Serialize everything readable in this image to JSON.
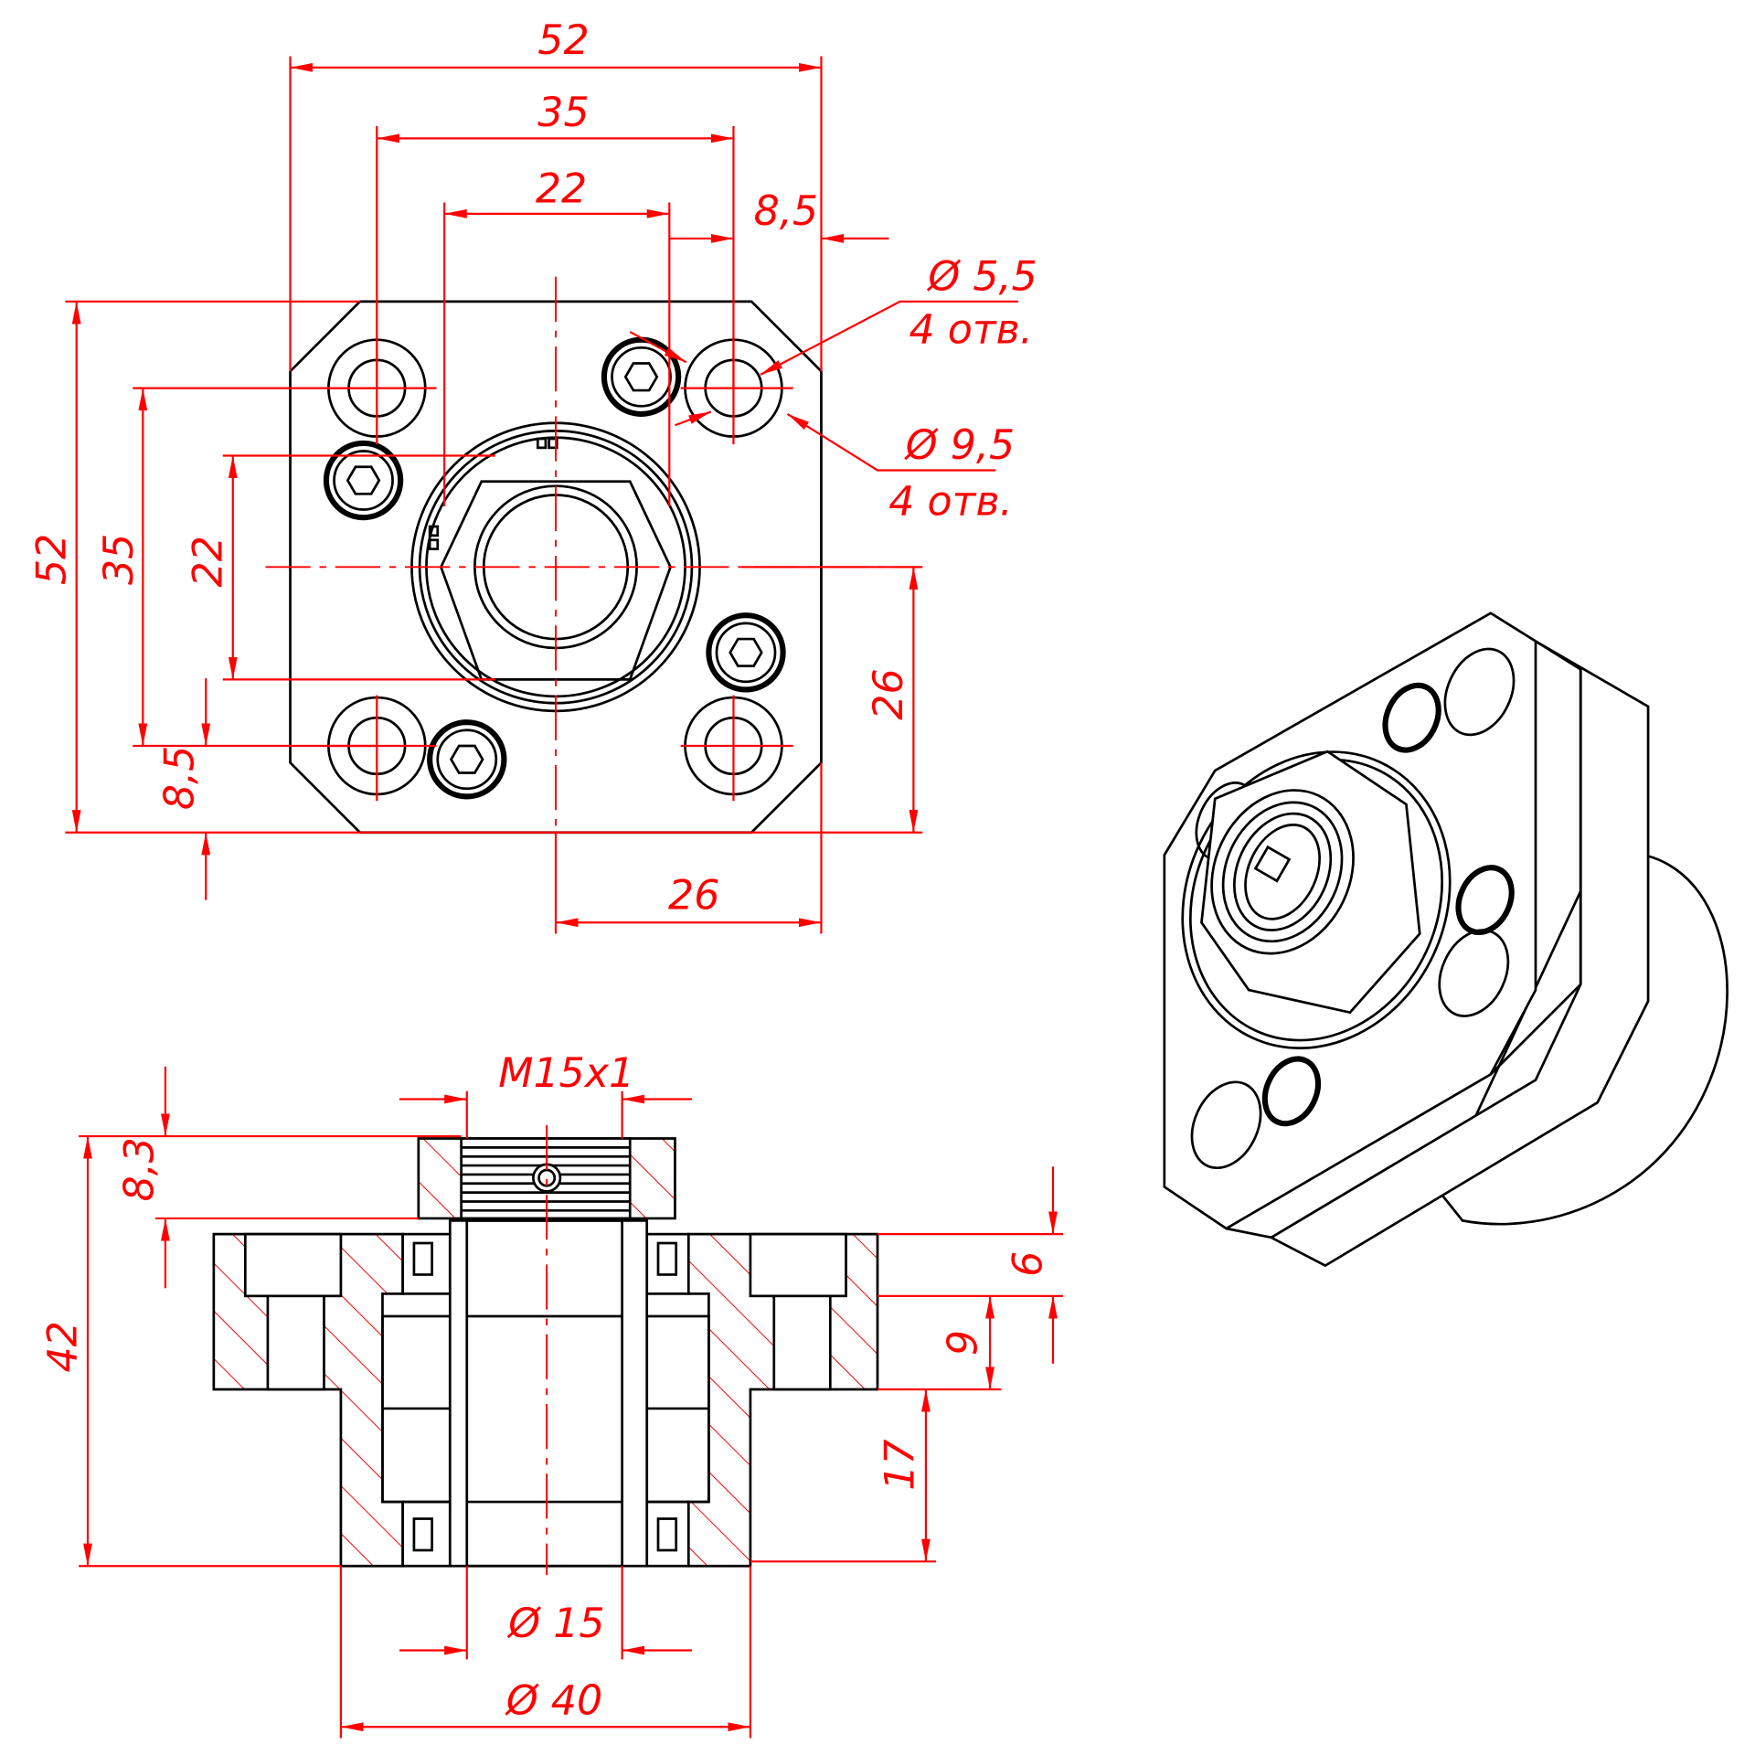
{
  "colors": {
    "dimension": "#ff0000",
    "outline": "#000000",
    "background": "#ffffff"
  },
  "front_view": {
    "width_overall": "52",
    "hole_spacing_x": "35",
    "inner_width": "22",
    "hole_edge_offset_x": "8,5",
    "small_hole_diameter": "Ø 5,5",
    "small_hole_count": "4 отв.",
    "counterbore_diameter": "Ø 9,5",
    "counterbore_count": "4 отв.",
    "height_overall": "52",
    "hole_spacing_y": "35",
    "inner_height": "22",
    "hole_edge_offset_y": "8,5",
    "center_to_edge_y": "26",
    "center_to_edge_x": "26"
  },
  "section_view": {
    "thread": "M15x1",
    "nut_height": "8,3",
    "total_height": "42",
    "flange_top": "6",
    "flange_thickness": "9",
    "hub_height": "17",
    "bore_diameter": "Ø 15",
    "hub_diameter": "Ø 40"
  }
}
